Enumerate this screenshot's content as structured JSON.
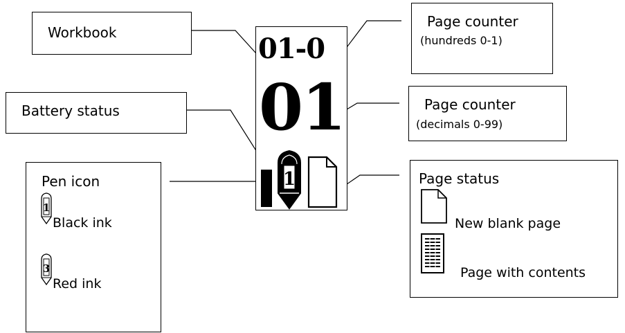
{
  "callouts": {
    "workbook": "Workbook",
    "page_counter_hundreds_title": "Page counter",
    "page_counter_hundreds_range": "(hundreds 0-1)",
    "battery_status": "Battery status",
    "page_counter_decimals_title": "Page counter",
    "page_counter_decimals_range": "(decimals 0-99)",
    "pen_icon_title": "Pen icon",
    "pen_black_label": "Black ink",
    "pen_black_number": "1",
    "pen_red_label": "Red ink",
    "pen_red_number": "3",
    "page_status_title": "Page status",
    "page_blank_label": "New blank page",
    "page_contents_label": "Page with contents"
  },
  "display": {
    "workbook_code": "01-0",
    "page_number": "01",
    "pen_number": "1"
  },
  "icons": {
    "battery": "battery-icon",
    "pen": "pen-icon",
    "blank_page": "blank-page-icon",
    "contents_page": "contents-page-icon"
  }
}
